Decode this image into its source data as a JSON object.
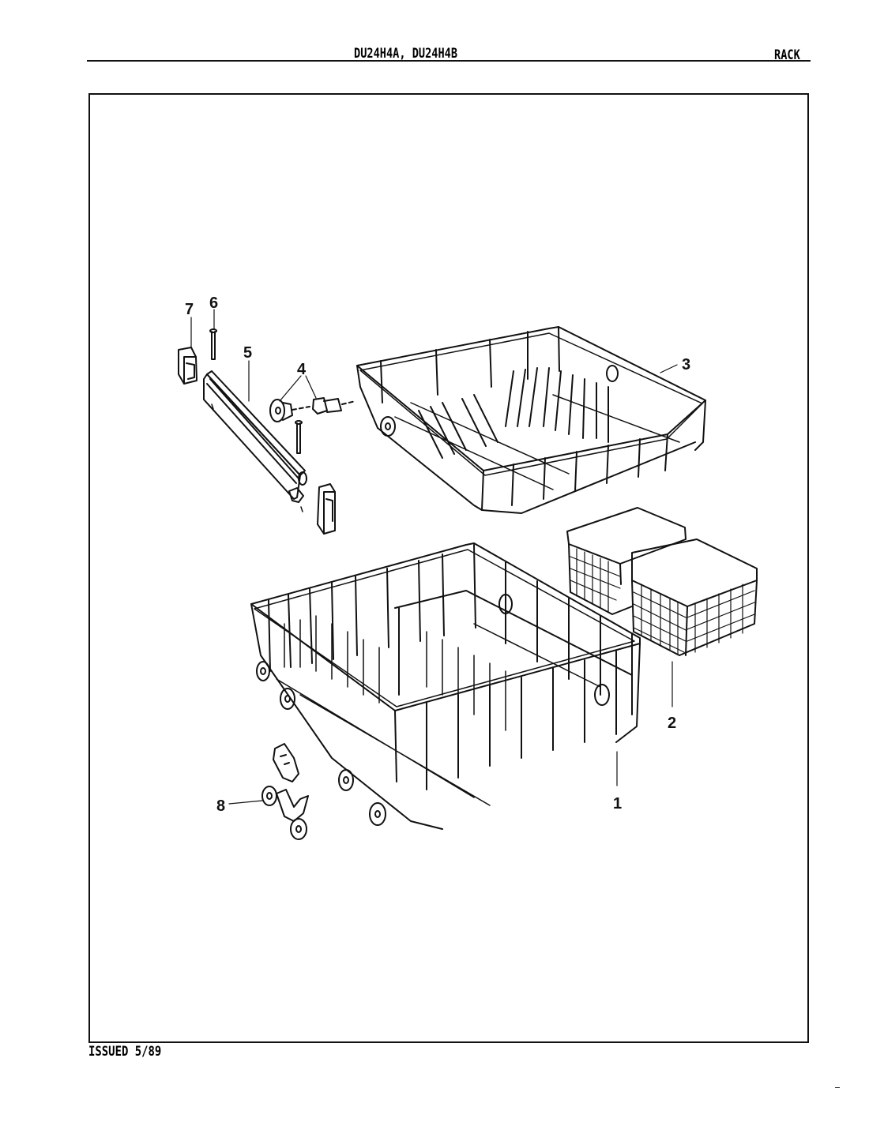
{
  "header": {
    "model_numbers": "DU24H4A, DU24H4B",
    "section": "RACK"
  },
  "footer": {
    "issued": "ISSUED 5/89"
  },
  "diagram": {
    "type": "exploded parts view",
    "callouts": [
      {
        "id": "1",
        "label": "1",
        "part": "lower rack"
      },
      {
        "id": "2",
        "label": "2",
        "part": "silverware basket"
      },
      {
        "id": "3",
        "label": "3",
        "part": "upper rack"
      },
      {
        "id": "4",
        "label": "4",
        "part": "upper rack roller and axle"
      },
      {
        "id": "5",
        "label": "5",
        "part": "track / slide rail"
      },
      {
        "id": "6",
        "label": "6",
        "part": "pin"
      },
      {
        "id": "7",
        "label": "7",
        "part": "track end stop"
      },
      {
        "id": "8",
        "label": "8",
        "part": "lower rack roller assembly"
      }
    ]
  }
}
